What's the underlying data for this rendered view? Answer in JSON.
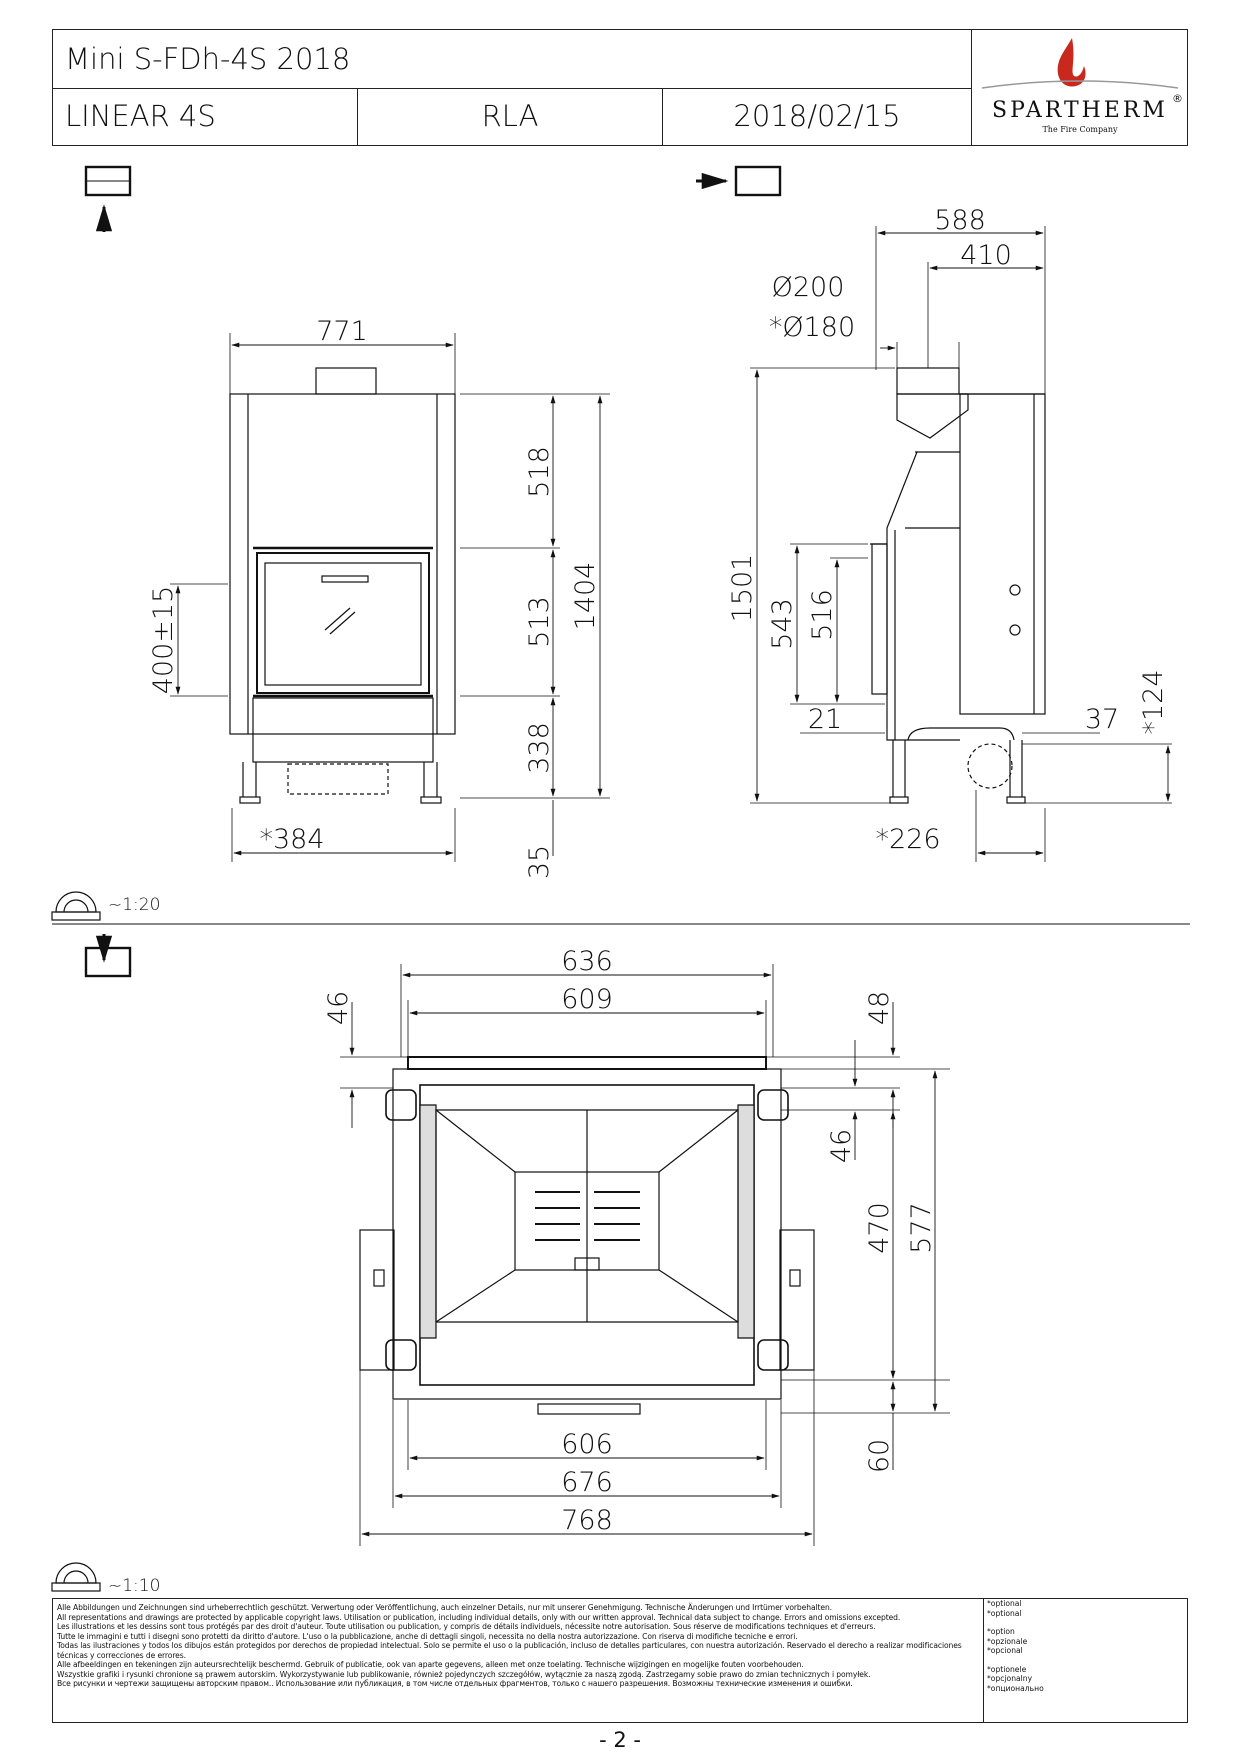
{
  "title_block": {
    "model": "Mini S-FDh-4S 2018",
    "series": "LINEAR 4S",
    "variant": "RLA",
    "date": "2018/02/15",
    "brand": "SPARTHERM",
    "brand_tagline": "The Fire Company",
    "reg_mark": "®",
    "accent_color": "#c8281e"
  },
  "front_view": {
    "width": "771",
    "height_top": "518",
    "height_door": "513",
    "height_total": "1404",
    "height_bottom": "338",
    "feet": "35",
    "door_offset": "400±15",
    "leg_span": "*384"
  },
  "side_view": {
    "depth": "588",
    "flue_offset": "410",
    "flue_diameter": "Ø200",
    "flue_diameter_opt": "*Ø180",
    "height_total": "1501",
    "door_h1": "543",
    "door_h2": "516",
    "gap_bottom": "21",
    "rear_offset": "37",
    "opt_height": "*124",
    "opt_depth": "*226"
  },
  "plan_view": {
    "w1": "636",
    "w2": "609",
    "d_left": "46",
    "d_right": "48",
    "d_inner": "46",
    "d_470": "470",
    "d_577": "577",
    "w3": "606",
    "w4": "676",
    "w5": "768",
    "d_60": "60"
  },
  "scales": {
    "top": "~1:20",
    "bottom": "~1:10"
  },
  "legal": {
    "lines": [
      "Alle Abbildungen und Zeichnungen sind urheberrechtlich geschützt. Verwertung oder Veröffentlichung, auch einzelner Details, nur mit unserer Genehmigung. Technische Änderungen und Irrtümer vorbehalten.",
      "All representations and drawings are protected by applicable copyright laws. Utilisation or publication, including individual details, only with our written approval. Technical data subject to change. Errors and omissions excepted.",
      "Les illustrations et les dessins sont tous protégés par des droit d'auteur. Toute utilisation ou publication, y compris de détails individuels, nécessite notre autorisation. Sous réserve de modifications techniques et d'erreurs.",
      "Tutte le immagini e tutti i disegni sono protetti da diritto d'autore. L'uso o la pubblicazione, anche di dettagli singoli, necessita no della nostra autorizzazione. Con riserva di modifiche tecniche e errori.",
      "Todas las ilustraciones y todos los dibujos están protegidos por derechos de propiedad intelectual. Solo se permite el uso o la publicación, incluso de detalles particulares, con nuestra autorización. Reservado el derecho a realizar modificaciones técnicas y correcciones de errores.",
      "Alle afbeeldingen en tekeningen zijn auteursrechtelijk beschermd. Gebruik of publicatie, ook van aparte gegevens, alleen met onze toelating. Technische wijzigingen en mogelijke fouten voorbehouden.",
      "Wszystkie grafiki i rysunki chronione są prawem autorskim. Wykorzystywanie lub publikowanie, również pojedynczych szczegółów, wytącznie za naszą zgodą. Zastrzegamy sobie prawo do zmian technicznych i pomyłek.",
      "Все рисунки и чертежи защищены авторским правом.. Использование или публикация, в том числе отдельных фрагментов, только с нашего разрешения. Возможны технические изменения и ошибки."
    ],
    "side": [
      "*optional",
      "*optional",
      "*option",
      "*opzionale",
      "*opcional",
      "*optionele",
      "*opcjonalny",
      "*опционально"
    ]
  },
  "page_number": "- 2 -"
}
